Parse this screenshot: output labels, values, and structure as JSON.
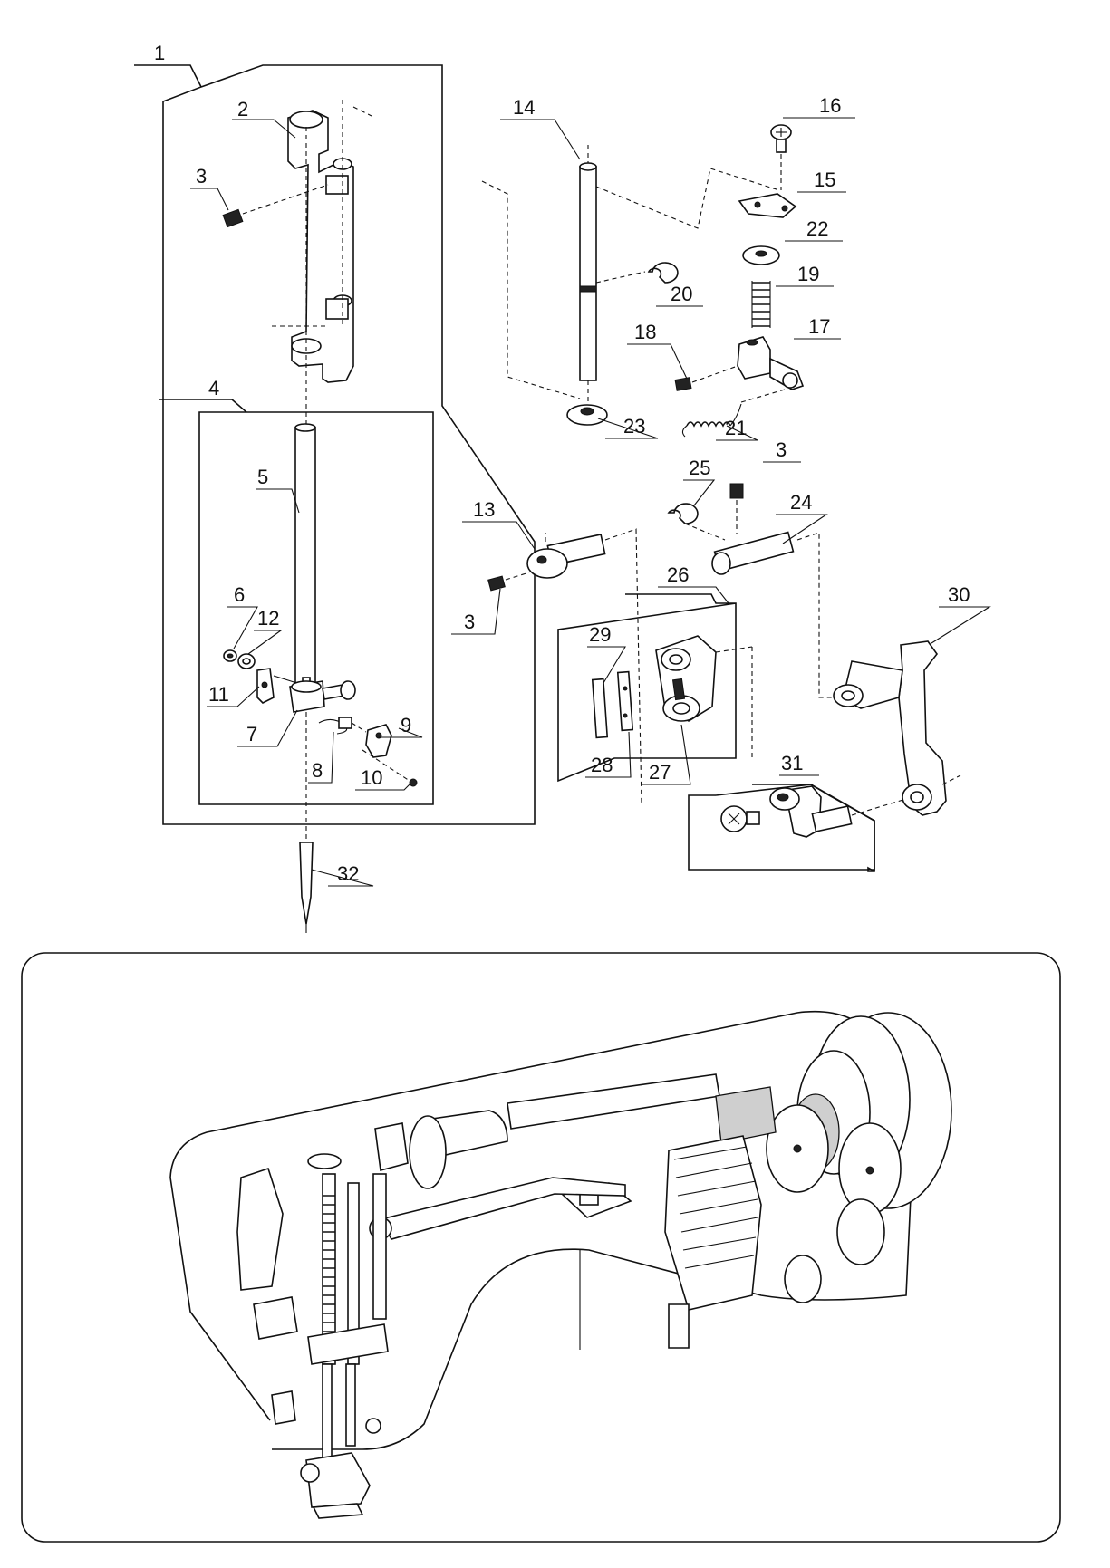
{
  "diagram": {
    "part_labels": [
      "1",
      "2",
      "3",
      "4",
      "5",
      "6",
      "12",
      "11",
      "7",
      "8",
      "9",
      "10",
      "32",
      "14",
      "16",
      "15",
      "22",
      "19",
      "20",
      "18",
      "17",
      "23",
      "21",
      "13",
      "3",
      "25",
      "3",
      "24",
      "26",
      "29",
      "28",
      "27",
      "30",
      "31"
    ]
  }
}
